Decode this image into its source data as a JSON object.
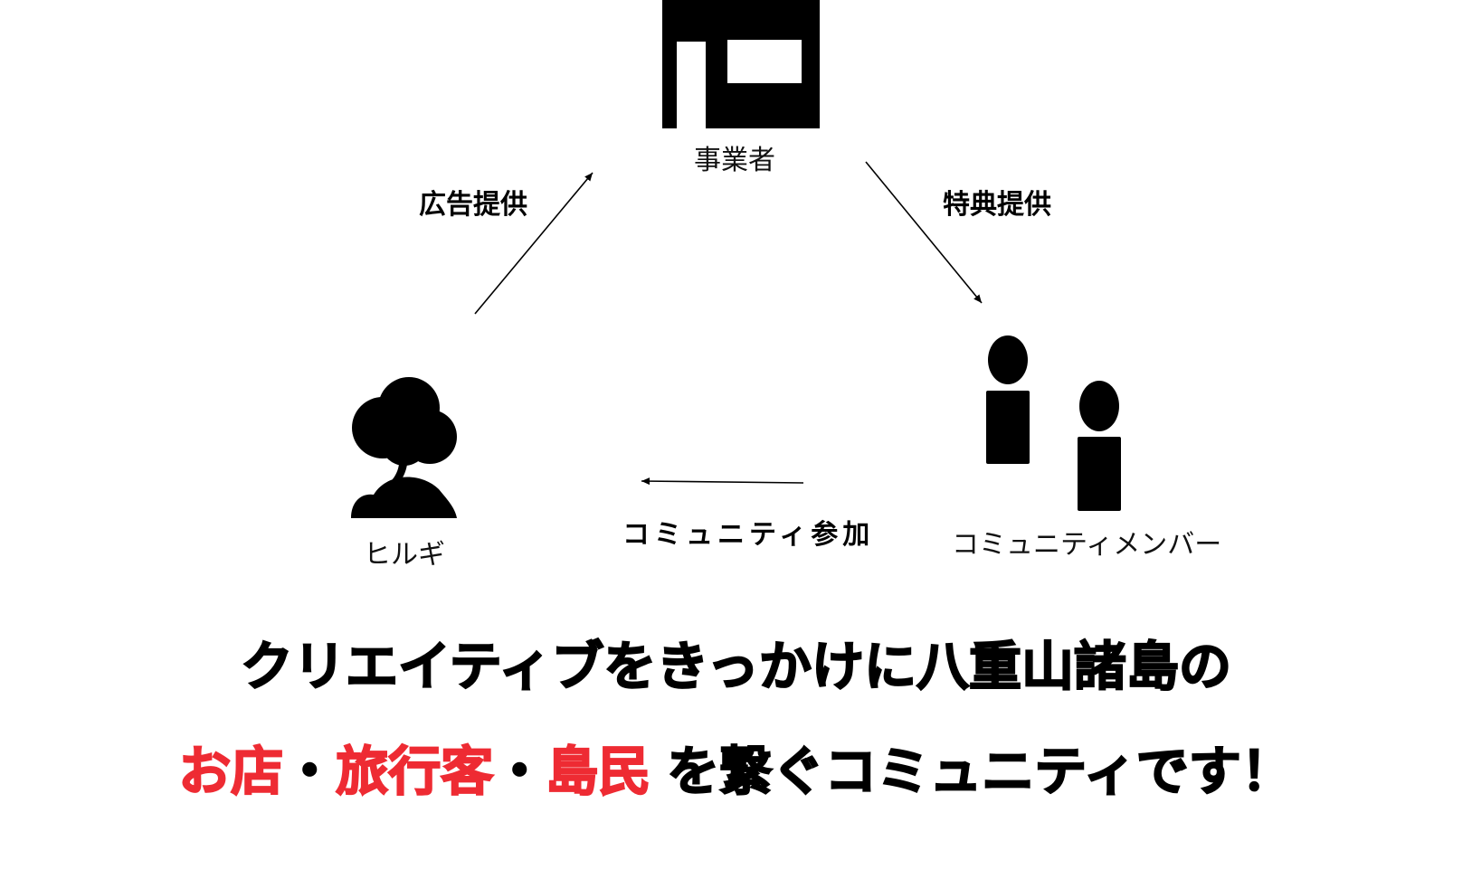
{
  "nodes": {
    "business": {
      "label": "事業者",
      "icon": "shop-icon"
    },
    "hirugi": {
      "label": "ヒルギ",
      "icon": "tree-icon"
    },
    "members": {
      "label": "コミュニティメンバー",
      "icon": "people-icon"
    }
  },
  "edges": {
    "ad": {
      "label": "広告提供"
    },
    "perk": {
      "label": "特典提供"
    },
    "join": {
      "label": "コミュニティ参加"
    }
  },
  "headline": {
    "line1": "クリエイティブをきっかけに八重山諸島の",
    "line2": {
      "shop": "お店",
      "sep1": "・",
      "tourist": "旅行客",
      "sep2": "・",
      "islander": "島民",
      "rest": "を繋ぐコミュニティです！"
    }
  },
  "colors": {
    "accent": "#ee2b33",
    "ink": "#000000"
  }
}
